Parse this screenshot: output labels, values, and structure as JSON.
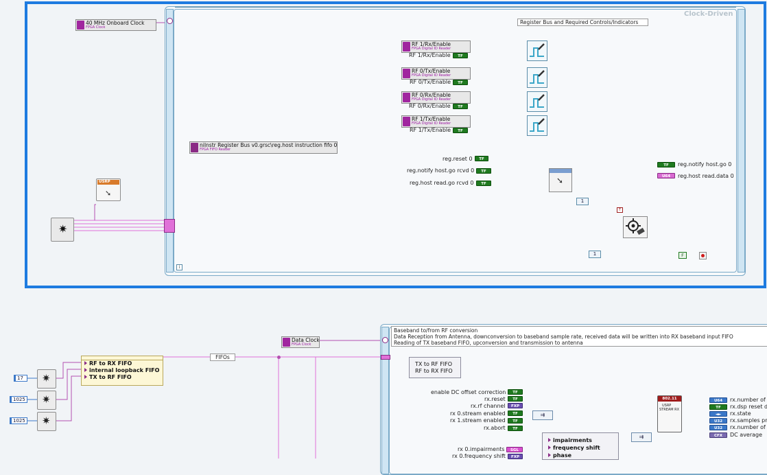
{
  "top_loop": {
    "label": "Clock-Driven",
    "comment": "Register Bus and Required Controls/Indicators",
    "iteration_terminal": "i"
  },
  "clock_node": {
    "title": "40 MHz Onboard Clock",
    "subtitle": "FPGA Clock"
  },
  "usrp_node": {
    "badge": "USRP"
  },
  "id_readers": [
    {
      "title": "RF 1/Rx/Enable",
      "subtitle": "FPGA Digital ID Reader",
      "output": "RF 1/Rx/Enable",
      "type": "TF"
    },
    {
      "title": "RF 0/Tx/Enable",
      "subtitle": "FPGA Digital ID Reader",
      "output": "RF 0/Tx/Enable",
      "type": "TF"
    },
    {
      "title": "RF 0/Rx/Enable",
      "subtitle": "FPGA Digital ID Reader",
      "output": "RF 0/Rx/Enable",
      "type": "TF"
    },
    {
      "title": "RF 1/Tx/Enable",
      "subtitle": "FPGA Digital ID Reader",
      "output": "RF 1/Tx/Enable",
      "type": "TF"
    }
  ],
  "fifo_reader": {
    "title": "niInstr Register Bus v0.grsc\\reg.host instruction fifo 0",
    "subtitle": "FPGA FIFO Reader"
  },
  "reg_controls": [
    {
      "label": "reg.reset 0",
      "type": "TF"
    },
    {
      "label": "reg.notify host.go rcvd 0",
      "type": "TF"
    },
    {
      "label": "reg.host read.go rcvd 0",
      "type": "TF"
    }
  ],
  "reg_indicators": [
    {
      "label": "reg.notify host.go 0",
      "type": "TF"
    },
    {
      "label": "reg.host read.data 0",
      "type": "U64"
    }
  ],
  "constants": {
    "one_a": "1",
    "one_b": "1",
    "false_const": "F",
    "stop_terminal": "T"
  },
  "bottom": {
    "data_clock": {
      "title": "Data Clock",
      "subtitle": "FPGA Clock"
    },
    "fifo_numbers": [
      "17",
      "1025",
      "1025"
    ],
    "fifo_cluster": [
      "RF to RX FIFO",
      "internal loopback FIFO",
      "TX to RF FIFO"
    ],
    "fifos_label": "FIFOs",
    "comment_lines": [
      "Baseband to/from RF conversion",
      "Data Reception from Antenna, downconversion to baseband sample rate, received data will be written into RX baseband input FIFO",
      "Reading of TX baseband FIFO, upconversion and transmission to antenna"
    ],
    "fifo_unbundle": [
      "TX to RF FIFO",
      "RF to RX FIFO"
    ],
    "rx_controls": [
      {
        "label": "enable DC offset correction",
        "type": "TF"
      },
      {
        "label": "rx.reset",
        "type": "TF"
      },
      {
        "label": "rx.rf channel",
        "type": "FXP"
      },
      {
        "label": "rx 0.stream enabled",
        "type": "TF"
      },
      {
        "label": "rx 1.stream enabled",
        "type": "TF"
      },
      {
        "label": "rx.abort",
        "type": "TF"
      },
      {
        "label": "rx 0.impairments",
        "type": "SGL"
      },
      {
        "label": "rx 0.frequency shift",
        "type": "FXP"
      }
    ],
    "stream_rx": {
      "badge": "802.11",
      "line1": "USRP",
      "line2": "STREAM RX"
    },
    "rx_indicators": [
      {
        "label": "rx.number of",
        "type": "U64"
      },
      {
        "label": "rx.dsp reset d",
        "type": "TF"
      },
      {
        "label": "rx.state",
        "type": "◄►"
      },
      {
        "label": "rx.samples pr",
        "type": "U32"
      },
      {
        "label": "rx.number of",
        "type": "U32"
      },
      {
        "label": "DC average",
        "type": "CFX"
      }
    ],
    "impairments_cluster": [
      "impairments",
      "frequency shift",
      "phase"
    ]
  },
  "colors": {
    "selection": "#1e7be0",
    "loop_frame": "#7aa9c7",
    "wire_bool": "#1f7a1f",
    "wire_cluster": "#d94fd0"
  }
}
